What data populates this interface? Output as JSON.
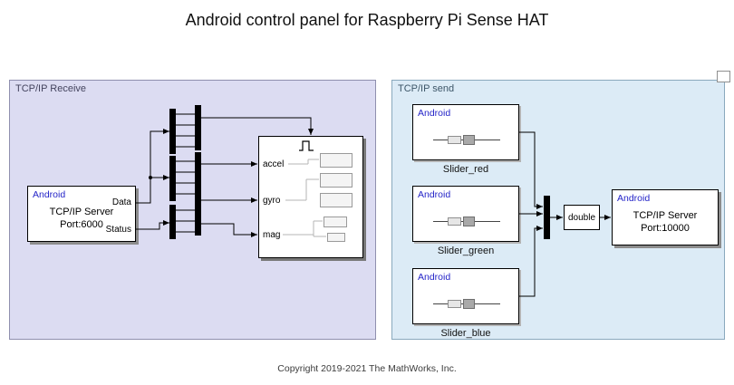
{
  "title": "Android control panel for Raspberry Pi Sense HAT",
  "copyright": "Copyright 2019-2021 The MathWorks, Inc.",
  "colors": {
    "receive_area_bg": "#dcdcf2",
    "send_area_bg": "#dcebf6",
    "android_brand_blue": "#2424c8",
    "wire": "#000000"
  },
  "receive_area": {
    "label": "TCP/IP Receive",
    "server_block": {
      "brand": "Android",
      "line1": "TCP/IP Server",
      "line2": "Port:6000",
      "port_data": "Data",
      "port_status": "Status"
    },
    "subsystem": {
      "inputs": [
        "accel",
        "gyro",
        "mag"
      ]
    }
  },
  "send_area": {
    "label": "TCP/IP send",
    "sliders": [
      {
        "brand": "Android",
        "label": "Slider_red"
      },
      {
        "brand": "Android",
        "label": "Slider_green"
      },
      {
        "brand": "Android",
        "label": "Slider_blue"
      }
    ],
    "cast_block": {
      "label": "double"
    },
    "server_block": {
      "brand": "Android",
      "line1": "TCP/IP Server",
      "line2": "Port:10000"
    }
  }
}
